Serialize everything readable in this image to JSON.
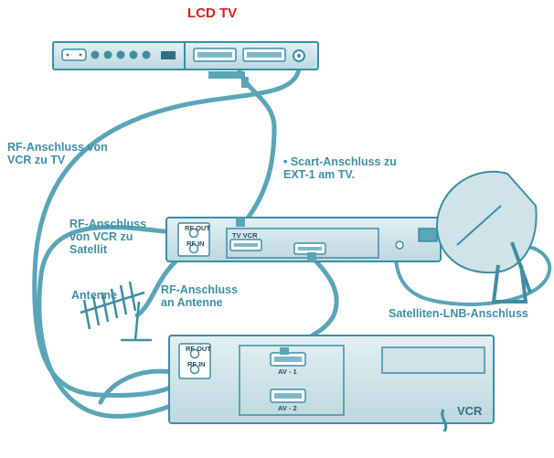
{
  "title": "LCD TV",
  "labels": {
    "rf_vcr_tv": "RF-Anschluss von\nVCR zu TV",
    "scart": "• Scart-Anschluss zu\n  EXT-1 am TV.",
    "rf_vcr_sat": "RF-Anschluss\nvon VCR zu\nSatellit",
    "antenne": "Antenne",
    "rf_antenne": "RF-Anschluss\nan Antenne",
    "lnb": "Satelliten-LNB-Anschluss",
    "vcr": "VCR"
  },
  "port_labels": {
    "sat_rf_out": "RF OUT",
    "sat_rf_in": "RF IN",
    "sat_tv_vcr": "TV VCR",
    "vcr_rf_out": "RF OUT",
    "vcr_rf_in": "RF IN",
    "vcr_av1": "AV - 1",
    "vcr_av2": "AV - 2"
  },
  "colors": {
    "device_fill": "#cfe3e8",
    "device_stroke": "#3d8ea4",
    "cable": "#5aa5b8",
    "title": "#d81e1e",
    "text": "#3f8fa6"
  }
}
